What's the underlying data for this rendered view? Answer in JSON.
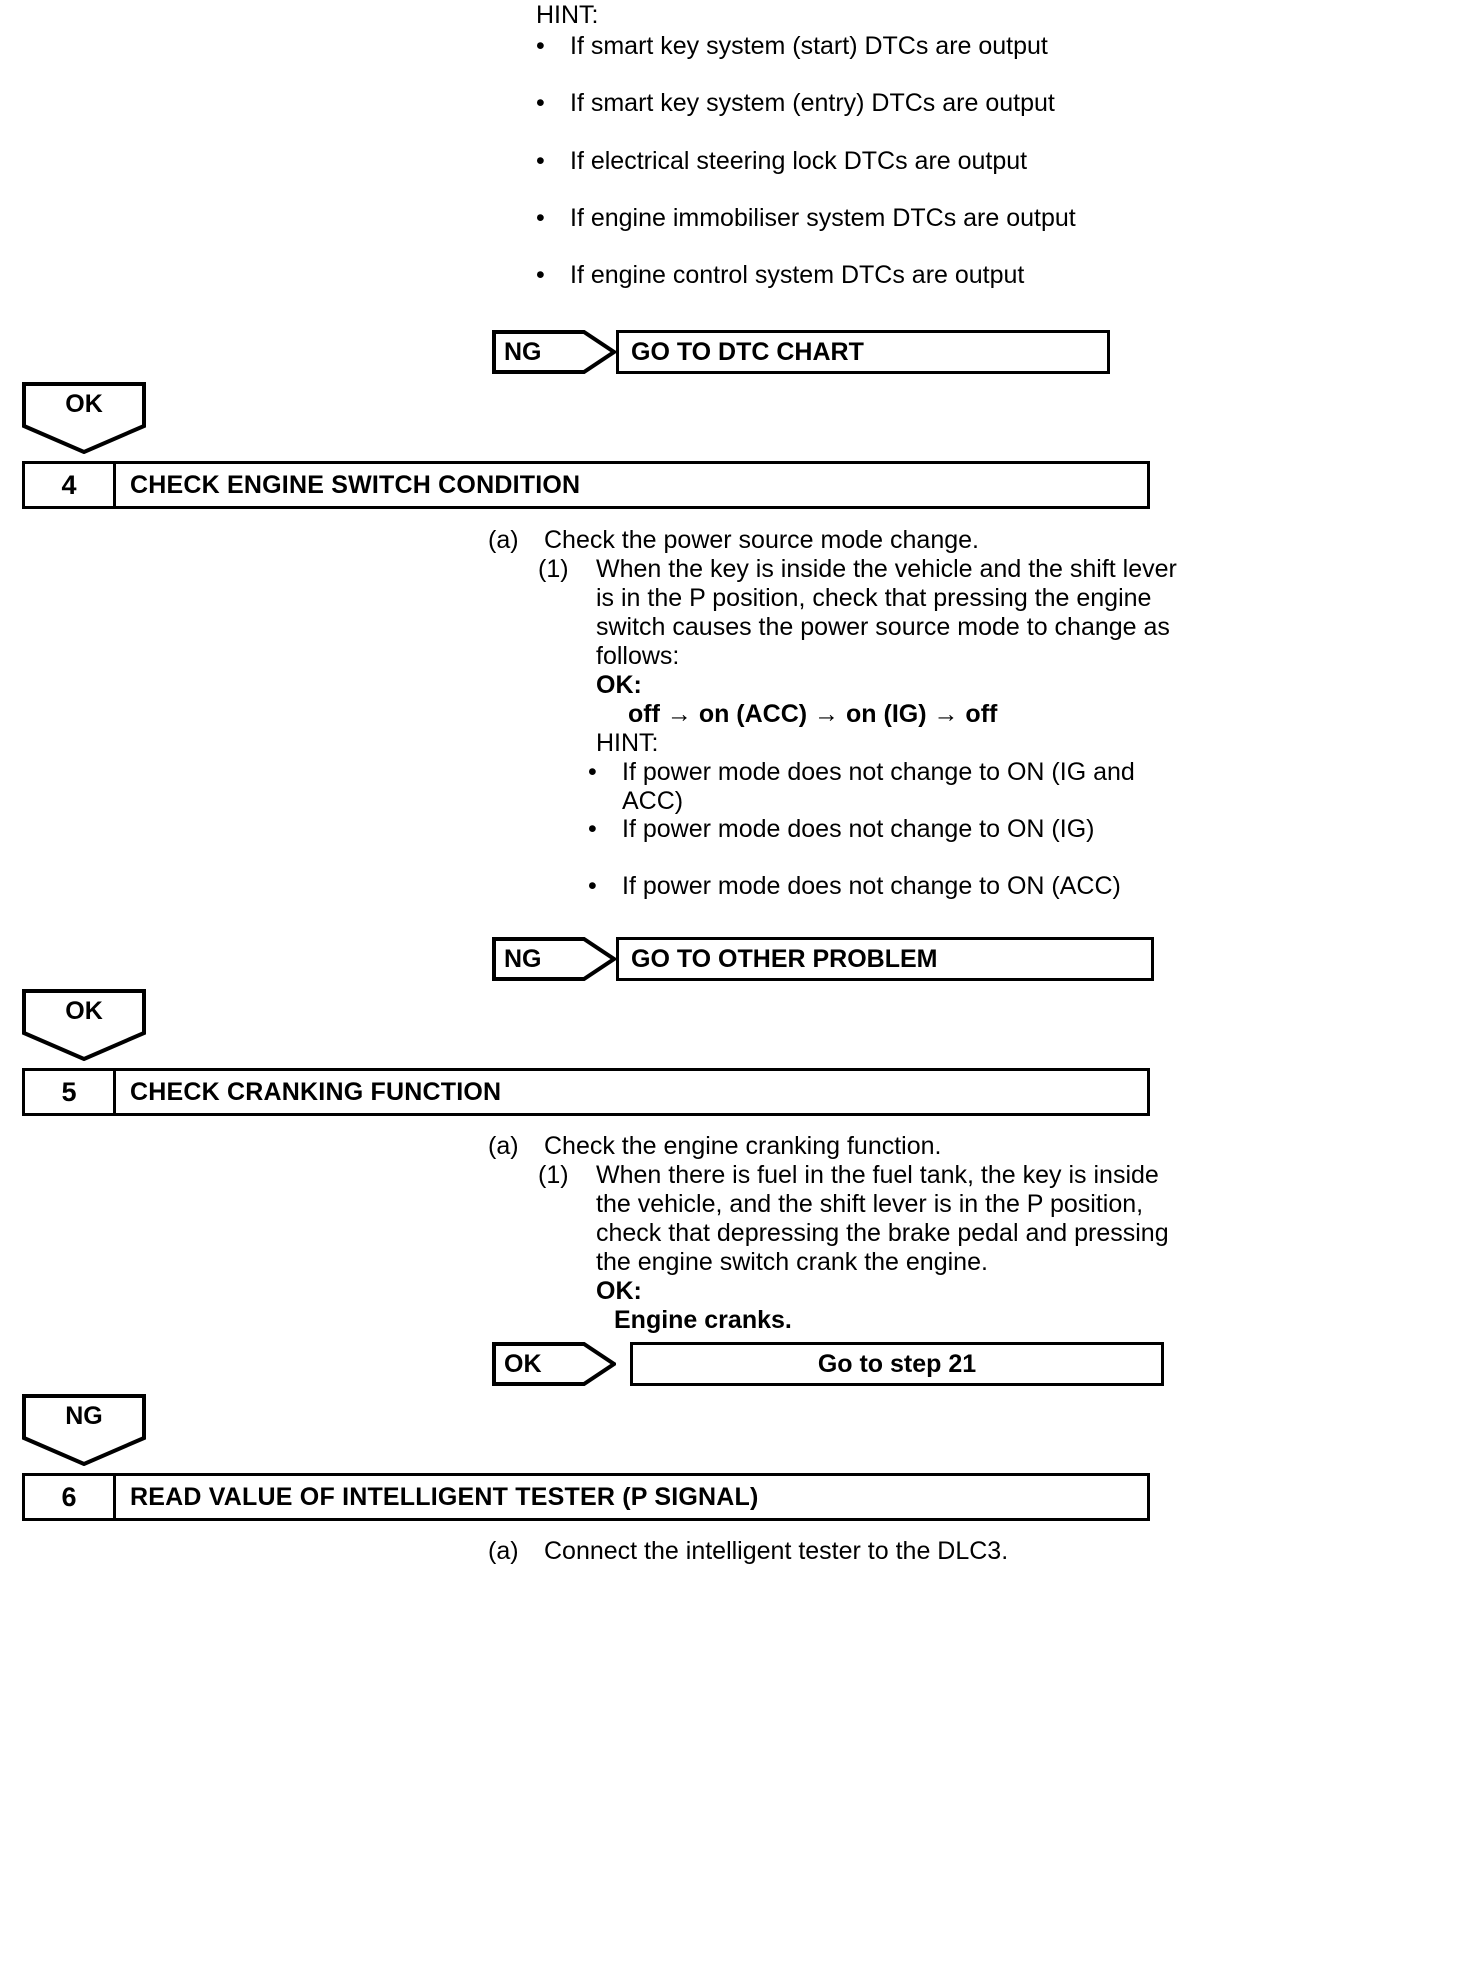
{
  "document": {
    "type": "automotive-diagnostic-flowchart"
  },
  "section_top": {
    "hint_label": "HINT:",
    "bullets": [
      "If smart key system (start) DTCs are output",
      "If smart key system (entry) DTCs are output",
      "If electrical steering lock DTCs are output",
      "If engine immobiliser system DTCs are output",
      "If engine control system DTCs are output"
    ],
    "result": {
      "tag": "NG",
      "label": "GO TO DTC CHART"
    },
    "pass_tag": "OK"
  },
  "step4": {
    "number": "4",
    "title": "CHECK ENGINE SWITCH CONDITION",
    "item_a_label": "(a)",
    "item_a_text": "Check the power source mode change.",
    "item_1_label": "(1)",
    "item_1_lines": [
      "When the key is inside the vehicle and the shift lever",
      "is in the P position, check that pressing the engine",
      "switch causes the power source mode to change as",
      "follows:"
    ],
    "ok_label": "OK:",
    "ok_value": "off → on (ACC) → on (IG) → off",
    "hint_label": "HINT:",
    "bullets": [
      [
        "If power mode does not change to ON (IG and",
        "ACC)"
      ],
      [
        "If power mode does not change to ON (IG)"
      ],
      [
        "If power mode does not change to ON (ACC)"
      ]
    ],
    "result": {
      "tag": "NG",
      "label": "GO TO OTHER PROBLEM"
    },
    "pass_tag": "OK"
  },
  "step5": {
    "number": "5",
    "title": "CHECK CRANKING FUNCTION",
    "item_a_label": "(a)",
    "item_a_text": "Check the engine cranking function.",
    "item_1_label": "(1)",
    "item_1_lines": [
      "When there is fuel in the fuel tank, the key is inside",
      "the vehicle, and the shift lever is in the P position,",
      "check that depressing the brake pedal and pressing",
      "the engine switch crank the engine."
    ],
    "ok_label": "OK:",
    "ok_value": "Engine cranks.",
    "result": {
      "tag": "OK",
      "label": "Go to step 21"
    },
    "fail_tag": "NG"
  },
  "step6": {
    "number": "6",
    "title": "READ VALUE OF INTELLIGENT TESTER (P SIGNAL)",
    "item_a_label": "(a)",
    "item_a_text": "Connect the intelligent tester to the DLC3."
  },
  "colors": {
    "ink": "#000000",
    "paper": "#ffffff"
  }
}
